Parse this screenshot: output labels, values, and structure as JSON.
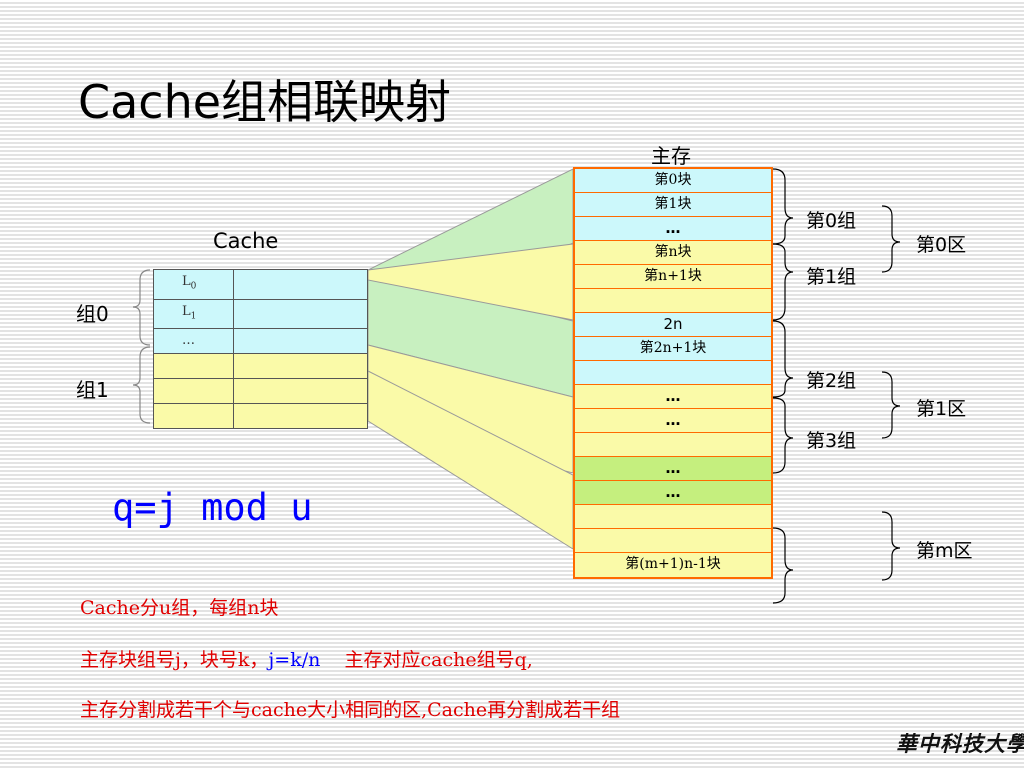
{
  "title": "Cache组相联映射",
  "cache": {
    "title": "Cache",
    "rows": [
      "L0",
      "L1",
      "…",
      "",
      "",
      ""
    ],
    "group_labels": [
      "组0",
      "组1"
    ]
  },
  "memory": {
    "title": "主存",
    "blocks": [
      {
        "text": "第0块",
        "color": "cyan"
      },
      {
        "text": "第1块",
        "color": "cyan"
      },
      {
        "text": "…",
        "color": "cyan"
      },
      {
        "text": "第n块",
        "color": "yellow"
      },
      {
        "text": "第n+1块",
        "color": "yellow"
      },
      {
        "text": "",
        "color": "yellow"
      },
      {
        "text": "2n",
        "color": "cyan"
      },
      {
        "text": "第2n+1块",
        "color": "cyan"
      },
      {
        "text": "",
        "color": "cyan"
      },
      {
        "text": "…",
        "color": "yellow"
      },
      {
        "text": "…",
        "color": "yellow"
      },
      {
        "text": "",
        "color": "yellow"
      },
      {
        "text": "…",
        "color": "green"
      },
      {
        "text": "…",
        "color": "green"
      },
      {
        "text": "",
        "color": "yellow"
      },
      {
        "text": "",
        "color": "yellow"
      },
      {
        "text": "第(m+1)n-1块",
        "color": "yellow"
      }
    ],
    "group_labels": [
      "第0组",
      "第1组",
      "第2组",
      "第3组"
    ],
    "zone_labels": [
      "第0区",
      "第1区",
      "第m区"
    ]
  },
  "formula": "q=j mod u",
  "notes": {
    "line1": "Cache分u组，每组n块",
    "line2_a": "主存块组号j，块号k，",
    "line2_b": "j=k/n",
    "line2_c": "    主存对应cache组号q,",
    "line3": "主存分割成若干个与cache大小相同的区,Cache再分割成若干组"
  },
  "logo": "華中科技大學",
  "colors": {
    "cyan": "#ccf8fb",
    "yellow": "#fafaa8",
    "green": "#c5ef7e",
    "mapping_green": "#c8f0c0",
    "mapping_yellow": "#fafaa8",
    "memory_border": "#ff6a00",
    "note_red": "#e00000",
    "formula_blue": "#0000ff"
  }
}
